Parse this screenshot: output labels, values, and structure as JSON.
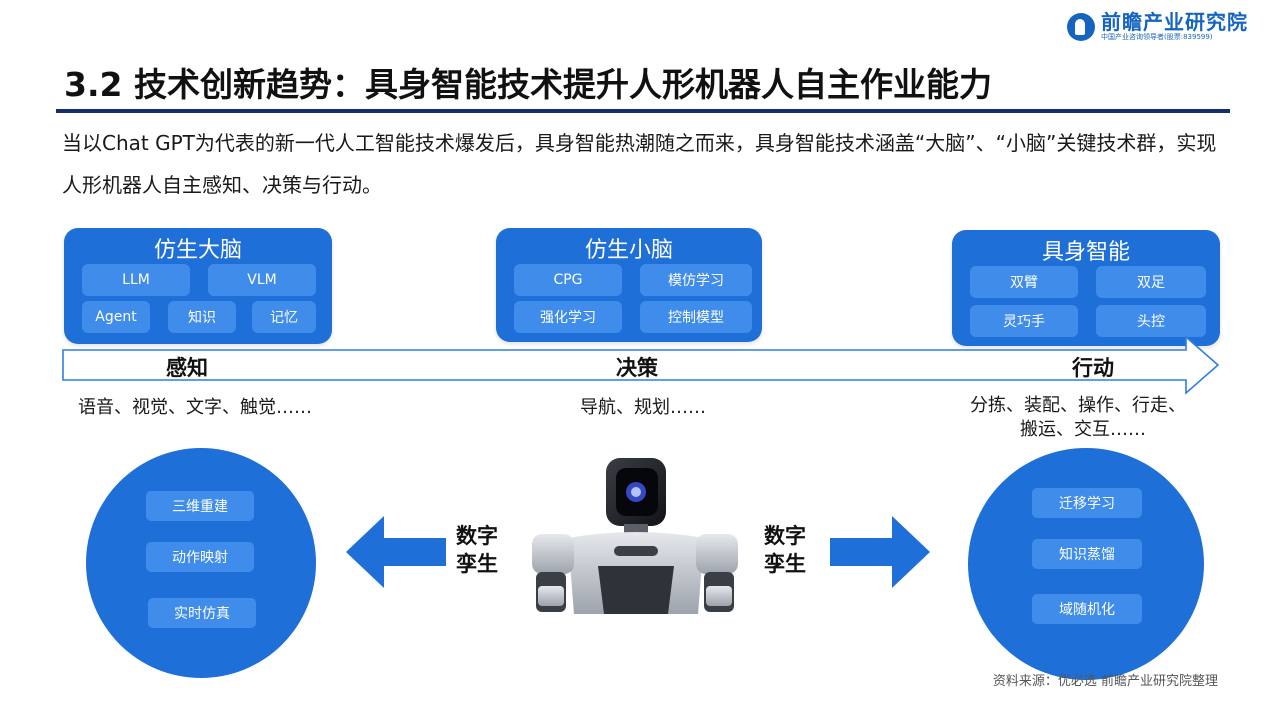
{
  "brand": {
    "name": "前瞻产业研究院",
    "subline": "中国产业咨询领导者(股票:839599)"
  },
  "title": "3.2 技术创新趋势：具身智能技术提升人形机器人自主作业能力",
  "intro": "当以Chat GPT为代表的新一代人工智能技术爆发后，具身智能热潮随之而来，具身智能技术涵盖“大脑”、“小脑”关键技术群，实现人形机器人自主感知、决策与行动。",
  "boxes": {
    "brain": {
      "title": "仿生大脑",
      "items": [
        "LLM",
        "VLM",
        "Agent",
        "知识",
        "记忆"
      ]
    },
    "cerebellum": {
      "title": "仿生小脑",
      "items": [
        "CPG",
        "模仿学习",
        "强化学习",
        "控制模型"
      ]
    },
    "embodied": {
      "title": "具身智能",
      "items": [
        "双臂",
        "双足",
        "灵巧手",
        "头控"
      ]
    }
  },
  "stages": {
    "perceive": {
      "label": "感知",
      "examples": "语音、视觉、文字、触觉……"
    },
    "decide": {
      "label": "决策",
      "examples": "导航、规划……"
    },
    "act": {
      "label": "行动",
      "examples_line1": "分拣、装配、操作、行走、",
      "examples_line2": "搬运、交互……"
    }
  },
  "twin": {
    "left_line1": "数字",
    "left_line2": "孪生",
    "right_line1": "数字",
    "right_line2": "孪生"
  },
  "left_circle": [
    "三维重建",
    "动作映射",
    "实时仿真"
  ],
  "right_circle": [
    "迁移学习",
    "知识蒸馏",
    "域随机化"
  ],
  "source": "资料来源：优必选 前瞻产业研究院整理",
  "colors": {
    "primary": "#1e6fd8",
    "pill": "#3f8cea",
    "title_rule": "#14306b",
    "brand": "#1565c0"
  }
}
